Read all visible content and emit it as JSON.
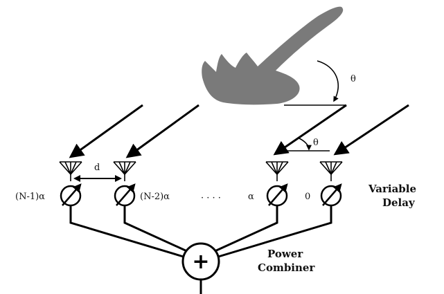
{
  "labels": {
    "spacing": "d",
    "theta_top": "θ",
    "theta_bottom": "θ",
    "delay_1": "(N-1)α",
    "delay_2": "(N-2)α",
    "ellipsis": "· · · ·",
    "delay_3": "α",
    "delay_4": "0",
    "variable_delay_line1": "Variable",
    "variable_delay_line2": "Delay",
    "combiner_symbol": "+",
    "power_combiner_line1": "Power",
    "power_combiner_line2": "Combiner"
  },
  "colors": {
    "beam": "#7a7a7a",
    "line": "#000000"
  }
}
